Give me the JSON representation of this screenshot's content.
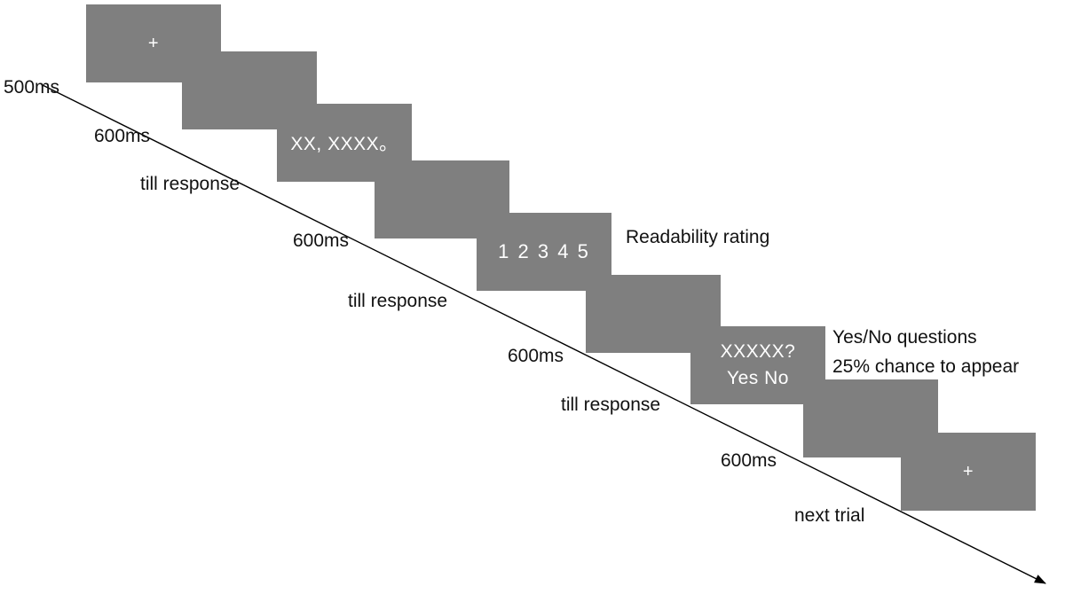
{
  "figure": {
    "colors": {
      "screen_bg": "#7f7f7f",
      "screen_text": "#ffffff",
      "label_text": "#111111",
      "arrow": "#000000",
      "background": "#ffffff"
    },
    "screens": [
      {
        "id": "fixation-start",
        "content": "+"
      },
      {
        "id": "blank-1",
        "content": ""
      },
      {
        "id": "sentence",
        "content": "XX, XXXX。"
      },
      {
        "id": "blank-2",
        "content": ""
      },
      {
        "id": "rating-scale",
        "content": "1 2 3 4 5"
      },
      {
        "id": "blank-3",
        "content": ""
      },
      {
        "id": "comprehension-question",
        "line1": "XXXXX?",
        "line2": "Yes No"
      },
      {
        "id": "blank-4",
        "content": ""
      },
      {
        "id": "fixation-next-trial",
        "content": "+"
      }
    ],
    "timeline_labels": [
      "500ms",
      "600ms",
      "till response",
      "600ms",
      "till response",
      "600ms",
      "till response",
      "600ms",
      "next trial"
    ],
    "annotations": {
      "rating": "Readability rating",
      "question_line1": "Yes/No questions",
      "question_line2": "25% chance to appear"
    }
  }
}
